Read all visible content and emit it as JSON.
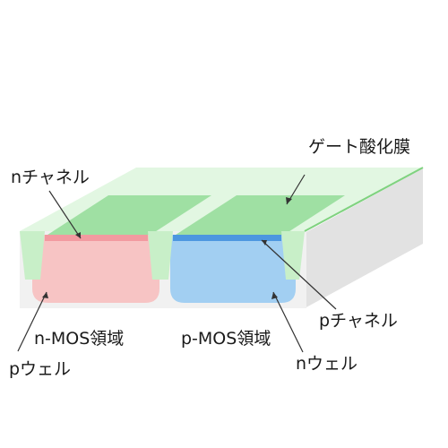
{
  "labels": {
    "gate_oxide": "ゲート酸化膜",
    "n_channel": "nチャネル",
    "p_channel": "pチャネル",
    "nmos_region": "n-MOS領域",
    "pmos_region": "p-MOS領域",
    "p_well": "pウェル",
    "n_well": "nウェル"
  },
  "colors": {
    "substrate_front": "#f1f1f1",
    "substrate_side": "#e2e2e2",
    "oxide": "#c8efc8",
    "oxide_top": "#e2f7e2",
    "gate": "#9fe0a3",
    "p_well": "#f7c4c4",
    "n_well": "#a2cff2",
    "n_channel": "#f29aa0",
    "p_channel": "#4c97e0",
    "leader": "#333333"
  }
}
